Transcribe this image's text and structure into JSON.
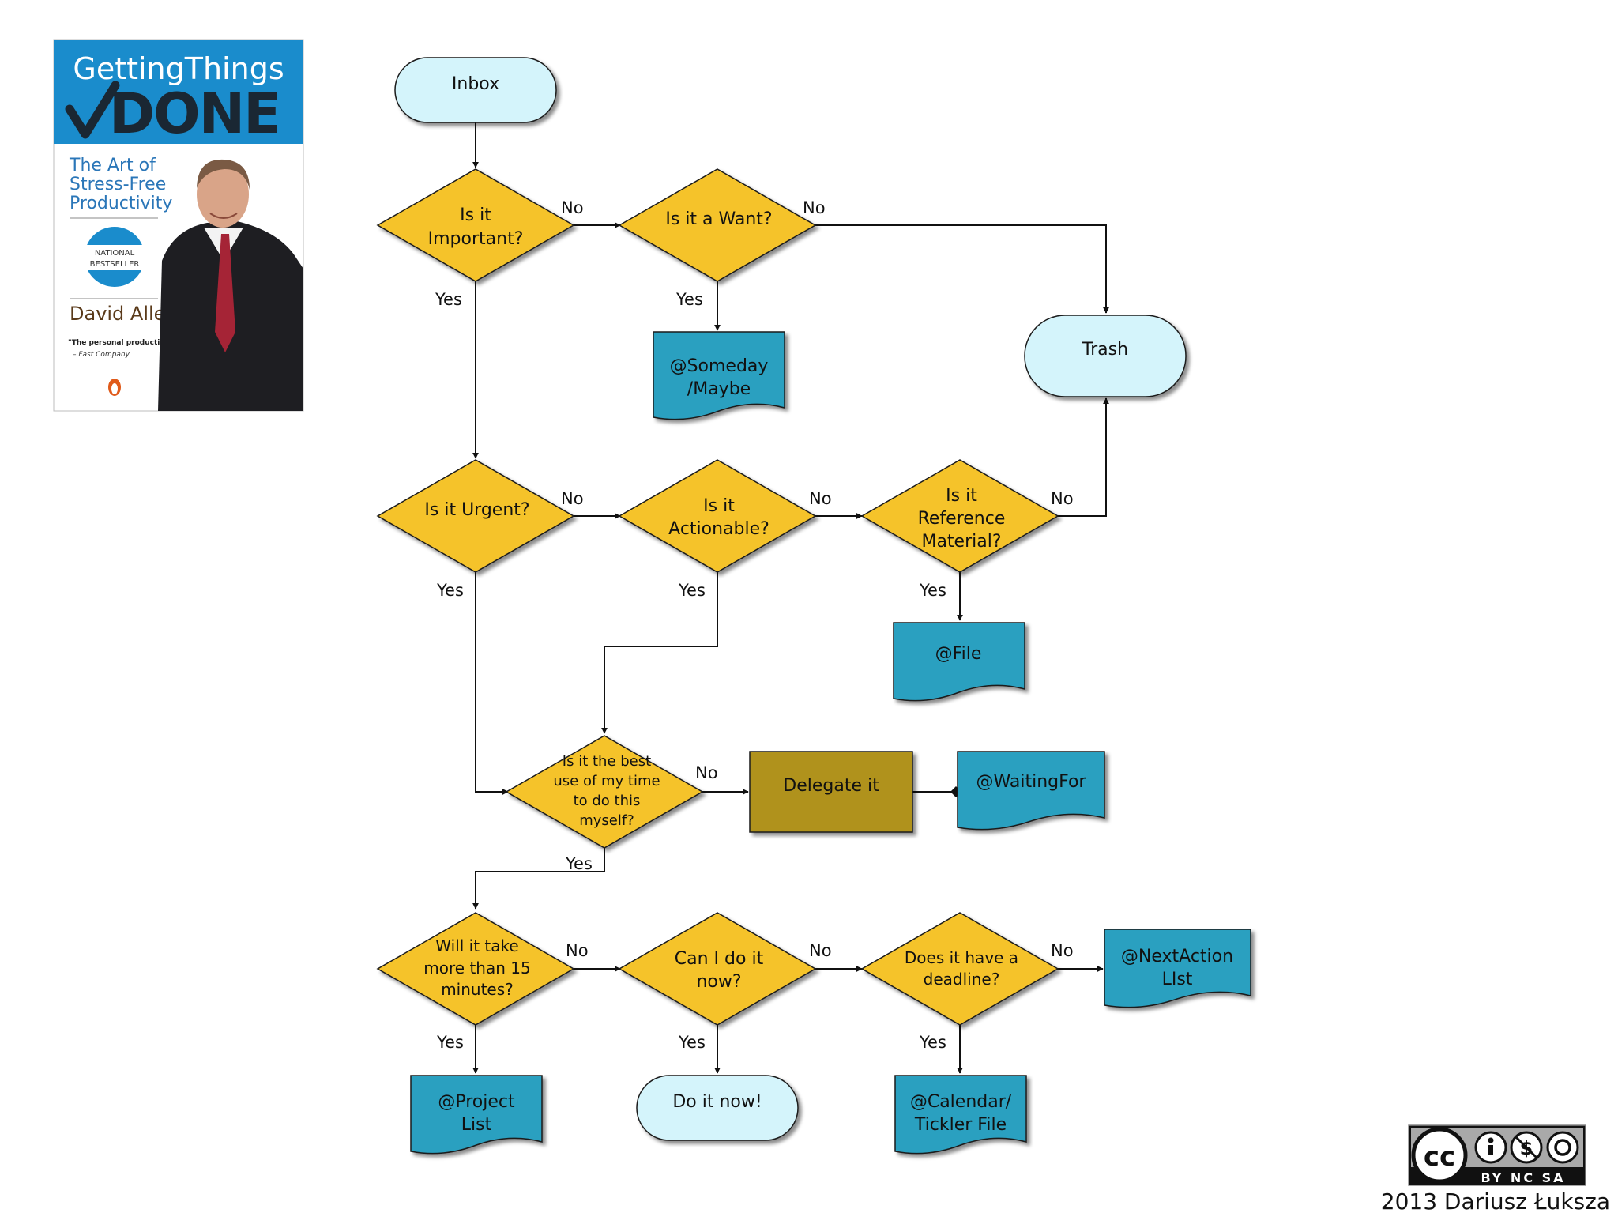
{
  "book": {
    "title_line1": "GettingThings",
    "title_line2": "DONE",
    "subtitle_lines": [
      "The Art of",
      "Stress-Free",
      "Productivity"
    ],
    "badge_lines": [
      "NATIONAL",
      "BESTSELLER"
    ],
    "author": "David Allen",
    "quote": "\"The personal productivity guru.\"",
    "quote_source": "– Fast Company"
  },
  "flowchart": {
    "nodes": {
      "inbox": [
        "Inbox"
      ],
      "important": [
        "Is it",
        "Important?"
      ],
      "want": [
        "Is it a Want?"
      ],
      "someday": [
        "@Someday",
        "/Maybe"
      ],
      "trash": [
        "Trash"
      ],
      "urgent": [
        "Is it Urgent?"
      ],
      "actionable": [
        "Is it",
        "Actionable?"
      ],
      "reference": [
        "Is it",
        "Reference",
        "Material?"
      ],
      "file": [
        "@File"
      ],
      "best_use": [
        "Is it the best",
        "use of my time",
        "to do this",
        "myself?"
      ],
      "delegate": [
        "Delegate it"
      ],
      "waiting": [
        "@WaitingFor"
      ],
      "fifteen": [
        "Will it take",
        "more than 15",
        "minutes?"
      ],
      "do_now_q": [
        "Can I do it",
        "now?"
      ],
      "deadline": [
        "Does it have a",
        "deadline?"
      ],
      "next_action": [
        "@NextAction",
        "LIst"
      ],
      "project": [
        "@Project",
        "List"
      ],
      "do_now": [
        "Do it now!"
      ],
      "calendar": [
        "@Calendar/",
        "Tickler File"
      ]
    },
    "edge_labels": {
      "yes": "Yes",
      "no": "No"
    },
    "colors": {
      "terminal_fill": "#d4f4fb",
      "decision_fill": "#f5c32c",
      "document_fill": "#2aa0c0",
      "process_fill": "#b0921e",
      "stroke": "#1a1a1a"
    }
  },
  "license": {
    "badge_text": "BY NC SA",
    "credit": "2013 Dariusz Łuksza"
  }
}
